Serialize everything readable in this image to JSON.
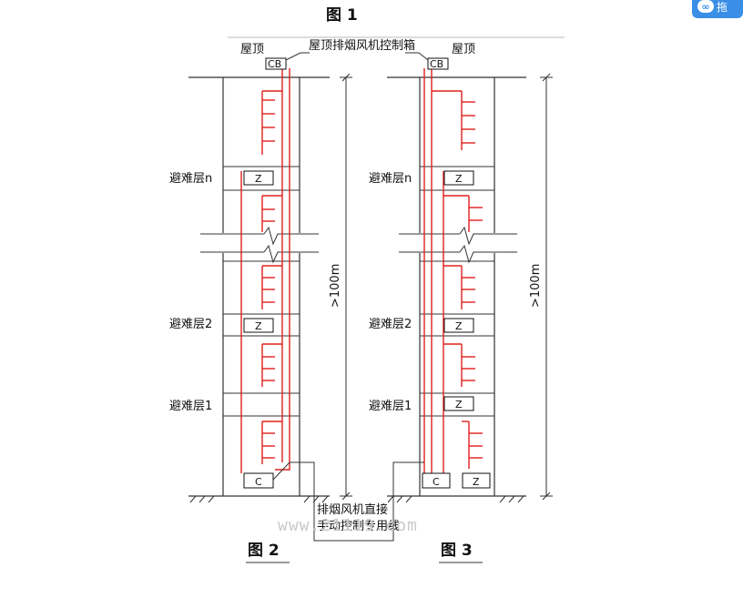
{
  "figure_top_caption": "图 1",
  "figure_left_caption": "图 2",
  "figure_right_caption": "图 3",
  "roof_label": "屋顶",
  "roof_control_box_label": "屋顶排烟风机控制箱",
  "cb_box": "CB",
  "z_box": "Z",
  "c_box": "C",
  "refuge_floor_n": "避难层n",
  "refuge_floor_2": "避难层2",
  "refuge_floor_1": "避难层1",
  "height_label": ">100m",
  "direct_line_label_1": "排烟风机直接",
  "direct_line_label_2": "手动控制专用线",
  "watermark": "www.21119.com",
  "corner_button_icon": "link-icon",
  "corner_button_text": "拖"
}
